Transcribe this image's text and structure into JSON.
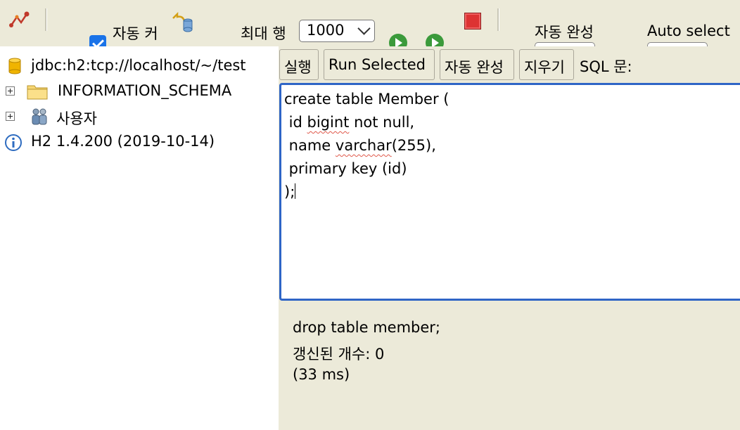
{
  "toolbar": {
    "autocommit_label": "자동 커",
    "autocommit_checked": true,
    "max_rows_label": "최대 행",
    "max_rows_value": "1000",
    "autocomplete_label": "자동 완성",
    "autoselect_label": "Auto select",
    "icons": [
      "disconnect-icon",
      "rollback-icon",
      "run-icon",
      "run-selected-icon",
      "stop-icon"
    ]
  },
  "tree": {
    "connection": "jdbc:h2:tcp://localhost/~/test",
    "schema": "INFORMATION_SCHEMA",
    "users": "사용자",
    "version": "H2 1.4.200 (2019-10-14)"
  },
  "editor_toolbar": {
    "run": "실행",
    "run_selected": "Run Selected",
    "autocomplete": "자동 완성",
    "clear": "지우기",
    "sql_label": "SQL 문:"
  },
  "editor": {
    "lines": [
      {
        "a": "create table Member (",
        "b": "",
        "c": ""
      },
      {
        "a": " id ",
        "b": "bigint",
        "c": " not null,"
      },
      {
        "a": " name ",
        "b": "varchar",
        "c": "(255),"
      },
      {
        "a": " primary key (id)",
        "b": "",
        "c": ""
      },
      {
        "a": ");",
        "b": "",
        "c": ""
      }
    ]
  },
  "result": {
    "lines": [
      "drop table member;",
      "갱신된 개수: 0",
      "(33 ms)"
    ]
  },
  "colors": {
    "toolbar_bg": "#ecead9",
    "editor_border": "#2f65c6",
    "spell_underline": "#e0584a"
  }
}
